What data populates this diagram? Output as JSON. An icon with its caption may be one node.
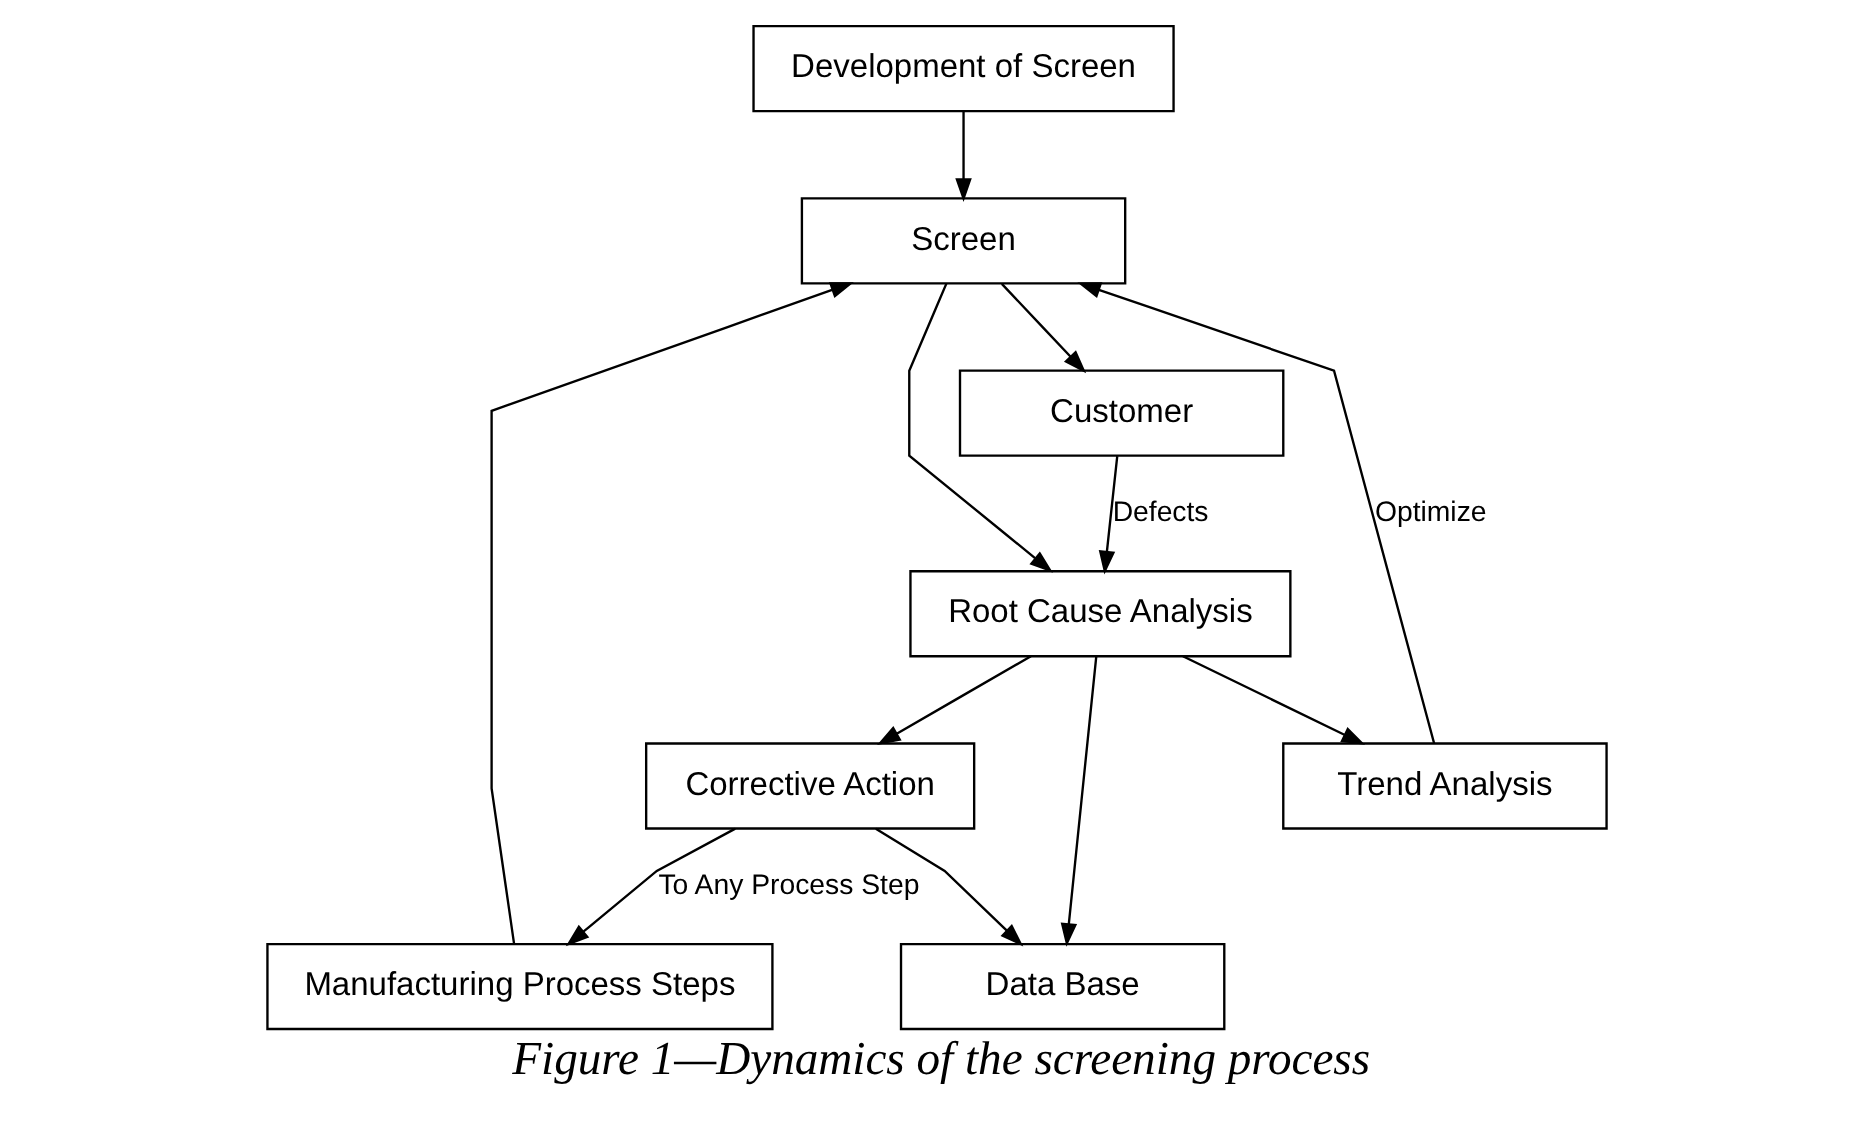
{
  "diagram": {
    "caption": "Figure 1—Dynamics of the screening process",
    "nodes": [
      {
        "text": [
          "Development of Screen"
        ]
      },
      {
        "text": [
          "Manufacturing Process Steps"
        ]
      },
      {
        "text": [
          "Screen"
        ]
      },
      {
        "text": [
          "Customer"
        ]
      },
      {
        "text": [
          "Trend Analysis"
        ]
      },
      {
        "text": [
          "Root Cause Analysis"
        ]
      },
      {
        "text": [
          "Corrective Action"
        ]
      },
      {
        "text": [
          "Data Base"
        ]
      }
    ],
    "edges": [
      {
        "from": 0,
        "to": 2,
        "arrow": "to"
      },
      {
        "from": 1,
        "to": 2,
        "arrow": "to"
      },
      {
        "from": 2,
        "to": 3,
        "arrow": "to"
      },
      {
        "from": 2,
        "to": 5,
        "arrow": "to"
      },
      {
        "from": 3,
        "to": 5,
        "arrow": "to",
        "label": "Defects"
      },
      {
        "from": 4,
        "to": 2,
        "arrow": "to",
        "label": "Optimize"
      },
      {
        "from": 5,
        "to": 4,
        "arrow": "to"
      },
      {
        "from": 5,
        "to": 6,
        "arrow": "to"
      },
      {
        "from": 5,
        "to": 7,
        "arrow": "to"
      },
      {
        "from": 6,
        "to": 1,
        "arrow": "to",
        "label": "To Any Process Step"
      },
      {
        "from": 6,
        "to": 7,
        "arrow": "to"
      }
    ]
  }
}
